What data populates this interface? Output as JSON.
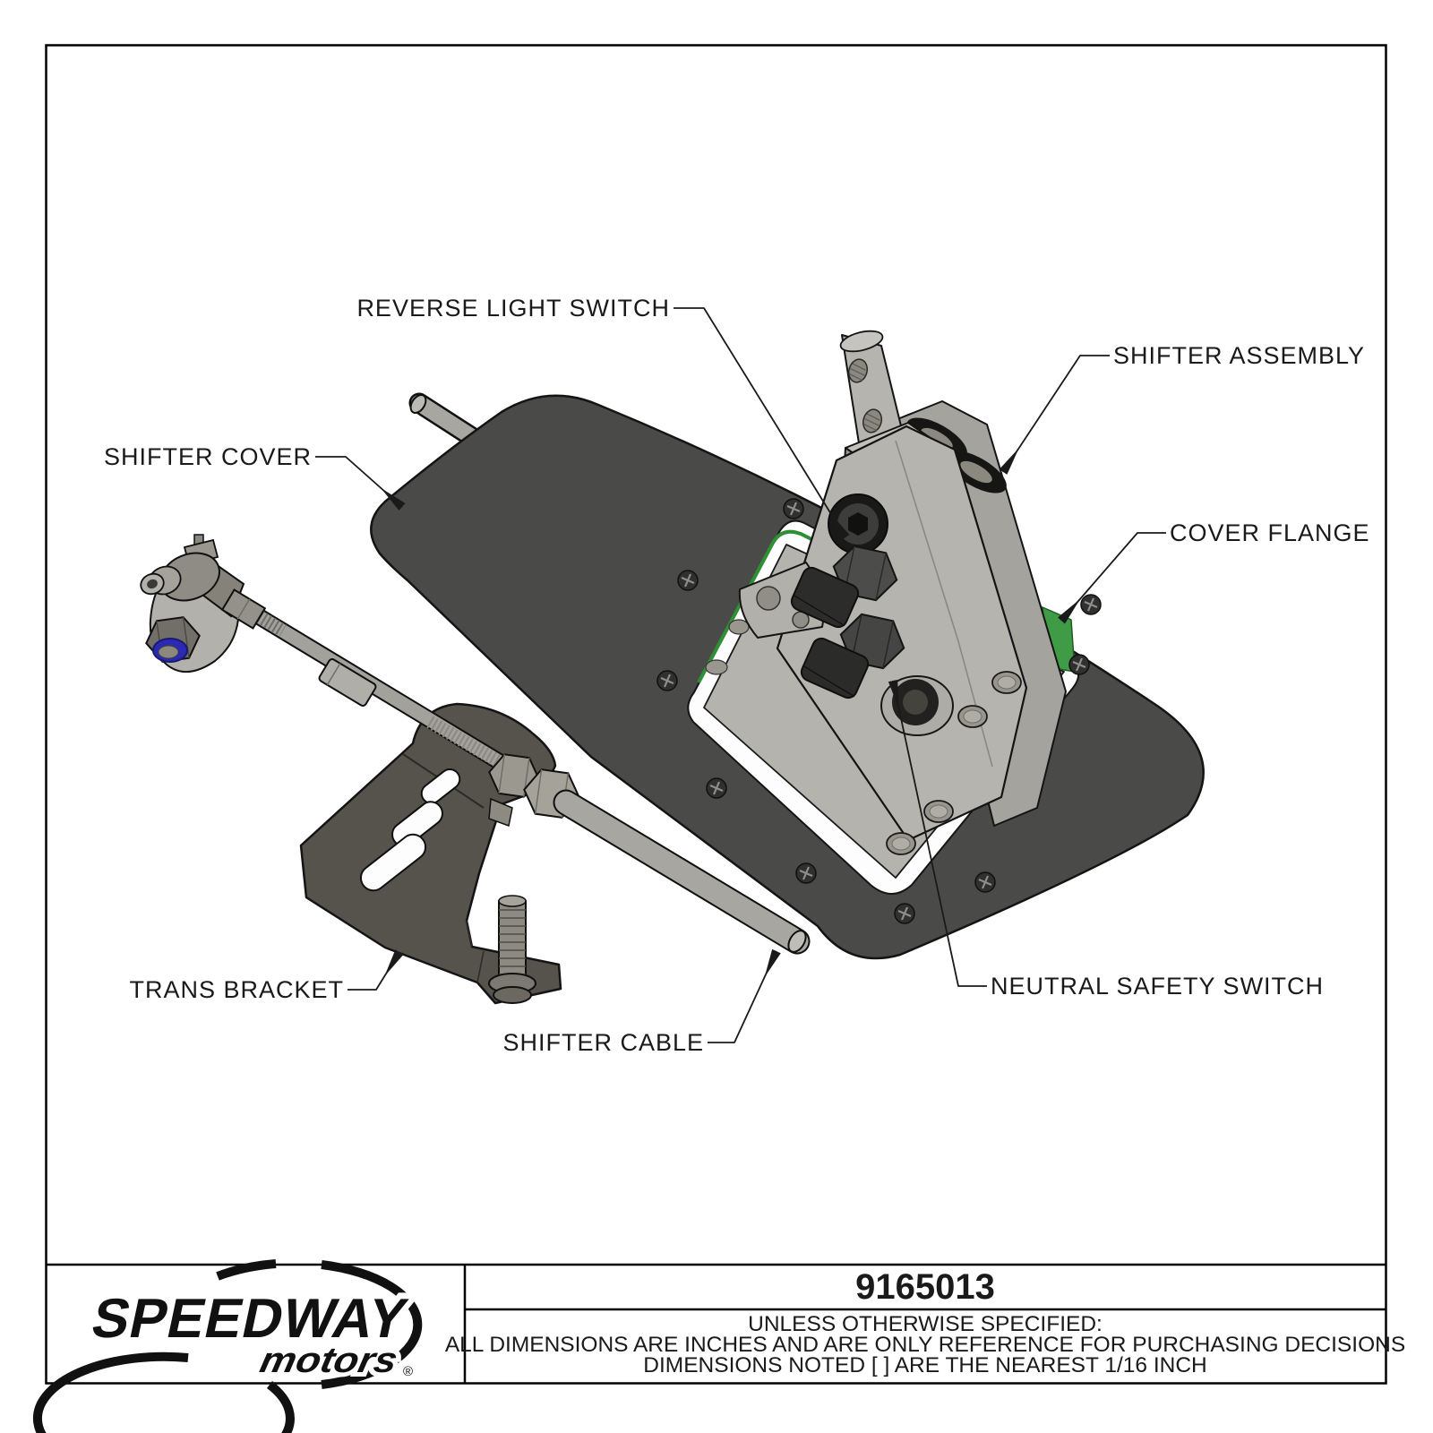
{
  "drawing": {
    "part_number": "9165013",
    "notes": {
      "line1": "UNLESS OTHERWISE SPECIFIED:",
      "line2": "ALL DIMENSIONS ARE INCHES AND ARE ONLY REFERENCE FOR PURCHASING DECISIONS",
      "line3": "DIMENSIONS NOTED [ ] ARE THE NEAREST 1/16 INCH"
    },
    "logo": {
      "brand": "SPEEDWAY",
      "sub": "motors",
      "registered": "®"
    }
  },
  "labels": {
    "reverse_light_switch": "REVERSE LIGHT SWITCH",
    "shifter_assembly": "SHIFTER ASSEMBLY",
    "shifter_cover": "SHIFTER COVER",
    "cover_flange": "COVER FLANGE",
    "trans_bracket": "TRANS BRACKET",
    "neutral_safety_switch": "NEUTRAL SAFETY SWITCH",
    "shifter_cable": "SHIFTER CABLE"
  },
  "colors": {
    "cover_gray": "#4a4a48",
    "metal_light": "#b6b4ae",
    "metal_mid": "#a19e98",
    "metal_dark": "#8b8880",
    "bracket_gray": "#55534c",
    "switch_black": "#2c2c2a",
    "flange_green": "#3f9b45",
    "gasket_green": "#2f8f35",
    "nylock_blue": "#2a2ab2",
    "line_black": "#1a1a1a"
  }
}
